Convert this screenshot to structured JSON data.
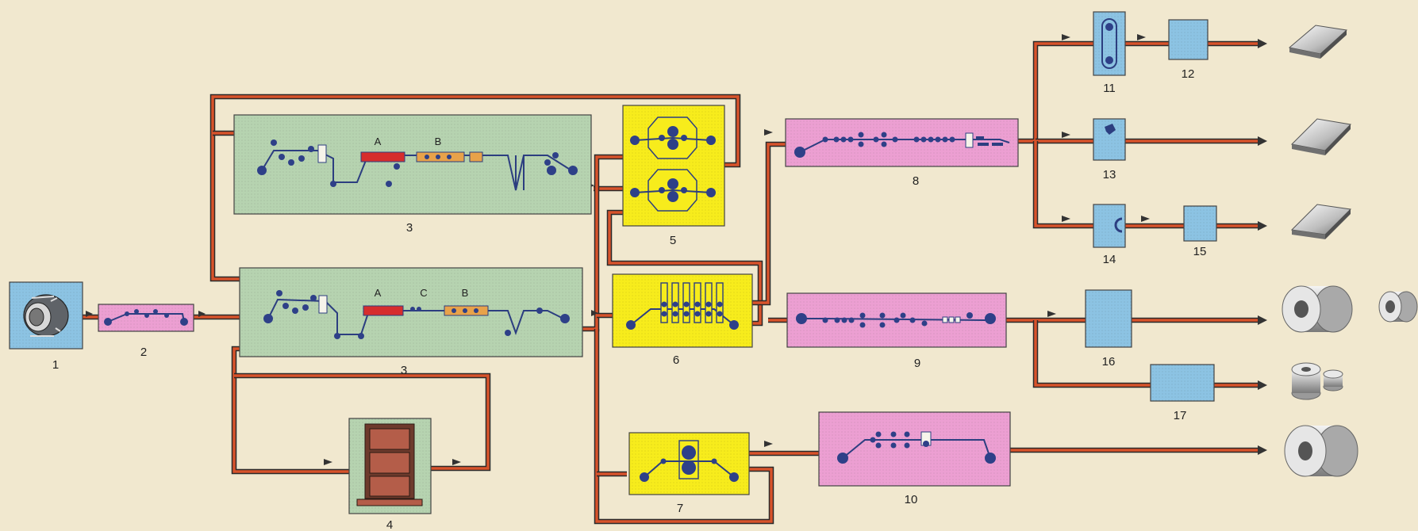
{
  "colors": {
    "background": "#f1e8cf",
    "line_outer": "#2a2a2a",
    "line_inner": "#d8532b",
    "green_box": "#b6d3b0",
    "yellow_box": "#f7ec1c",
    "pink_box": "#ec9fd2",
    "blue_box": "#8cc3e3",
    "heater_red": "#d62d2d",
    "section_orange": "#e8a24a",
    "roll_blue": "#2e4088"
  },
  "units": {
    "u1": {
      "number": "1"
    },
    "u2": {
      "number": "2"
    },
    "u3a": {
      "number": "3",
      "section_a": "A",
      "section_b": "B"
    },
    "u3b": {
      "number": "3",
      "section_a": "A",
      "section_c": "C",
      "section_b": "B"
    },
    "u4": {
      "number": "4"
    },
    "u5": {
      "number": "5"
    },
    "u6": {
      "number": "6"
    },
    "u7": {
      "number": "7"
    },
    "u8": {
      "number": "8"
    },
    "u9": {
      "number": "9"
    },
    "u10": {
      "number": "10"
    },
    "u11": {
      "number": "11"
    },
    "u12": {
      "number": "12"
    },
    "u13": {
      "number": "13"
    },
    "u14": {
      "number": "14"
    },
    "u15": {
      "number": "15"
    },
    "u16": {
      "number": "16"
    },
    "u17": {
      "number": "17"
    }
  },
  "products": [
    "sheet-stack",
    "sheet-stack",
    "sheet-stack",
    "coil",
    "small-coil",
    "slit-coils",
    "coil"
  ]
}
